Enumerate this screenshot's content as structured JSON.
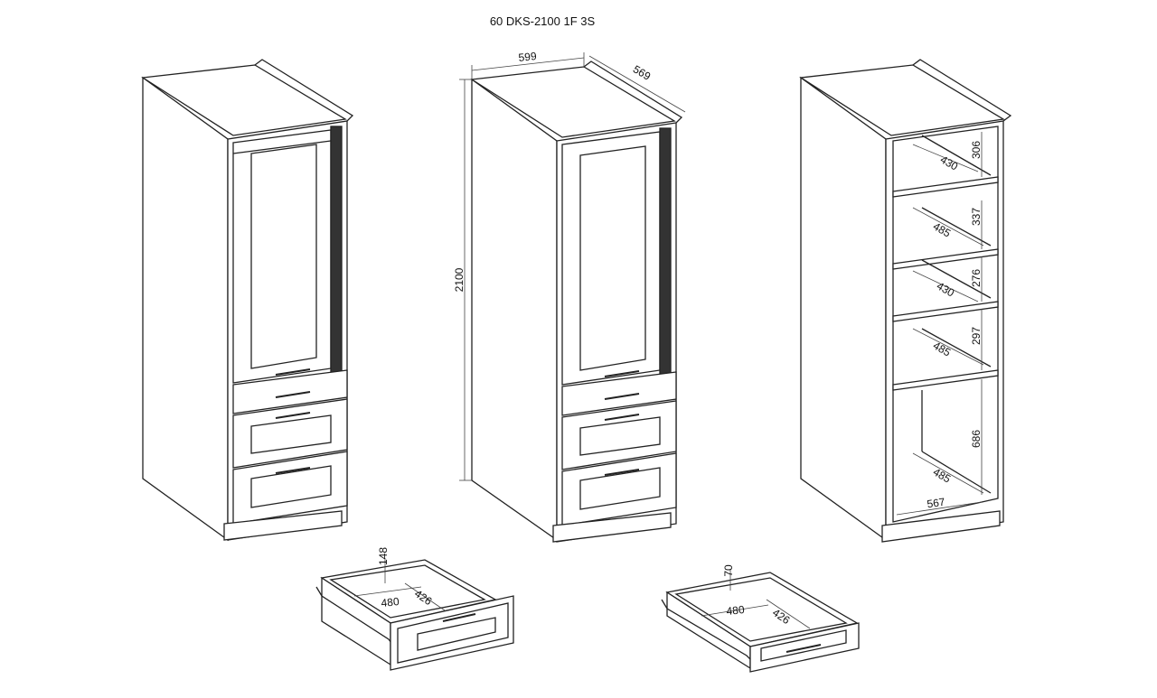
{
  "title": "60 DKS-2100 1F 3S",
  "dimensions": {
    "width": "599",
    "depth": "569",
    "height": "2100"
  },
  "shelves": [
    {
      "depth": "430",
      "height": "306"
    },
    {
      "depth": "485",
      "height": "337"
    },
    {
      "depth": "430",
      "height": "276"
    },
    {
      "depth": "485",
      "height": "297"
    }
  ],
  "bottom_compartment": {
    "depth": "485",
    "height": "686",
    "width": "567"
  },
  "drawer_large": {
    "height": "148",
    "length": "480",
    "width": "426"
  },
  "drawer_small": {
    "height": "70",
    "length": "480",
    "width": "426"
  }
}
